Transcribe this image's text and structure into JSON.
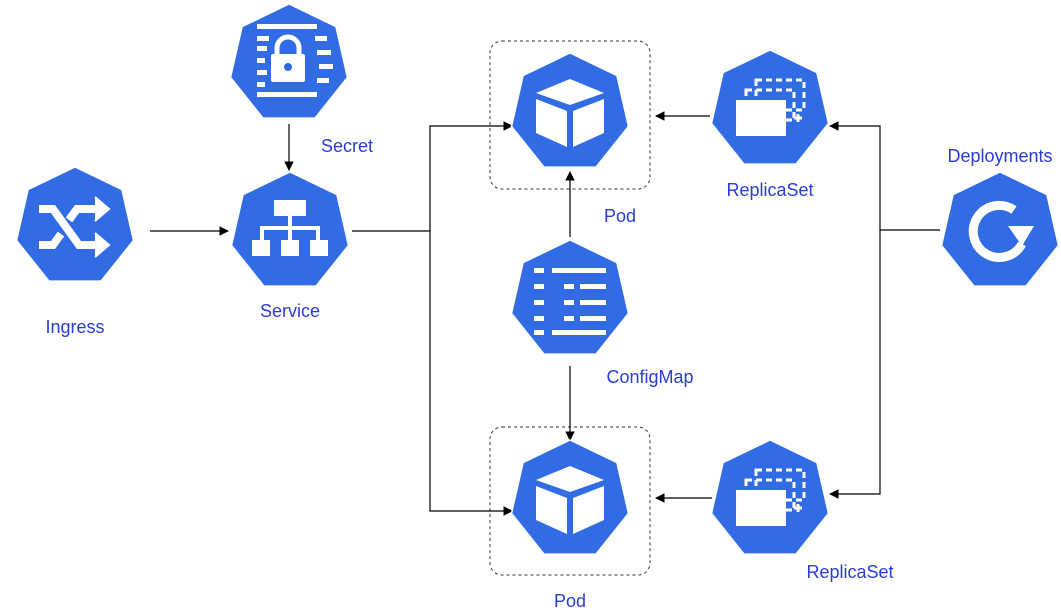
{
  "colors": {
    "node_fill": "#326ce5",
    "label_text": "#2a3cd6",
    "edge": "#000000",
    "icon": "#ffffff"
  },
  "nodes": {
    "secret": {
      "label": "Secret",
      "icon": "secret-lock-icon"
    },
    "ingress": {
      "label": "Ingress",
      "icon": "ingress-shuffle-icon"
    },
    "service": {
      "label": "Service",
      "icon": "service-hierarchy-icon"
    },
    "pod_top": {
      "label": "Pod",
      "icon": "pod-cube-icon"
    },
    "pod_bottom": {
      "label": "Pod",
      "icon": "pod-cube-icon"
    },
    "configmap": {
      "label": "ConfigMap",
      "icon": "configmap-list-icon"
    },
    "replicaset_top": {
      "label": "ReplicaSet",
      "icon": "replicaset-stack-icon"
    },
    "replicaset_bottom": {
      "label": "ReplicaSet",
      "icon": "replicaset-stack-icon"
    },
    "deployments": {
      "label": "Deployments",
      "icon": "deployment-cycle-icon"
    }
  },
  "edges": [
    {
      "from": "secret",
      "to": "service"
    },
    {
      "from": "ingress",
      "to": "service"
    },
    {
      "from": "service",
      "to": "pod_top"
    },
    {
      "from": "service",
      "to": "pod_bottom"
    },
    {
      "from": "configmap",
      "to": "pod_top"
    },
    {
      "from": "configmap",
      "to": "pod_bottom"
    },
    {
      "from": "replicaset_top",
      "to": "pod_top"
    },
    {
      "from": "replicaset_bottom",
      "to": "pod_bottom"
    },
    {
      "from": "deployments",
      "to": "replicaset_top"
    },
    {
      "from": "deployments",
      "to": "replicaset_bottom"
    }
  ]
}
